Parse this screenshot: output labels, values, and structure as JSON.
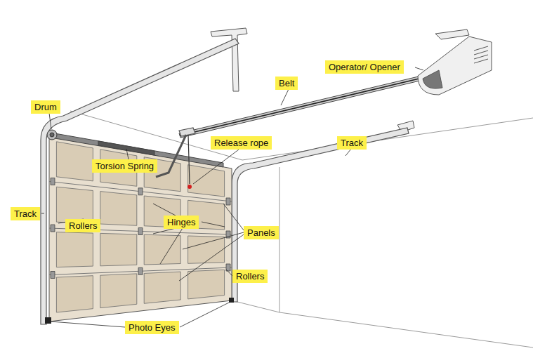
{
  "diagram": {
    "nodes": [
      {
        "text": [
          "Operator/ Opener"
        ]
      },
      {
        "text": [
          "Belt"
        ]
      },
      {
        "text": [
          "Drum"
        ]
      },
      {
        "text": [
          "Track"
        ]
      },
      {
        "text": [
          "Release rope"
        ]
      },
      {
        "text": [
          "Torsion Spring"
        ]
      },
      {
        "text": [
          "Track"
        ]
      },
      {
        "text": [
          "Hinges"
        ]
      },
      {
        "text": [
          "Rollers"
        ]
      },
      {
        "text": [
          "Panels"
        ]
      },
      {
        "text": [
          "Rollers"
        ]
      },
      {
        "text": [
          "Photo Eyes"
        ]
      }
    ]
  }
}
